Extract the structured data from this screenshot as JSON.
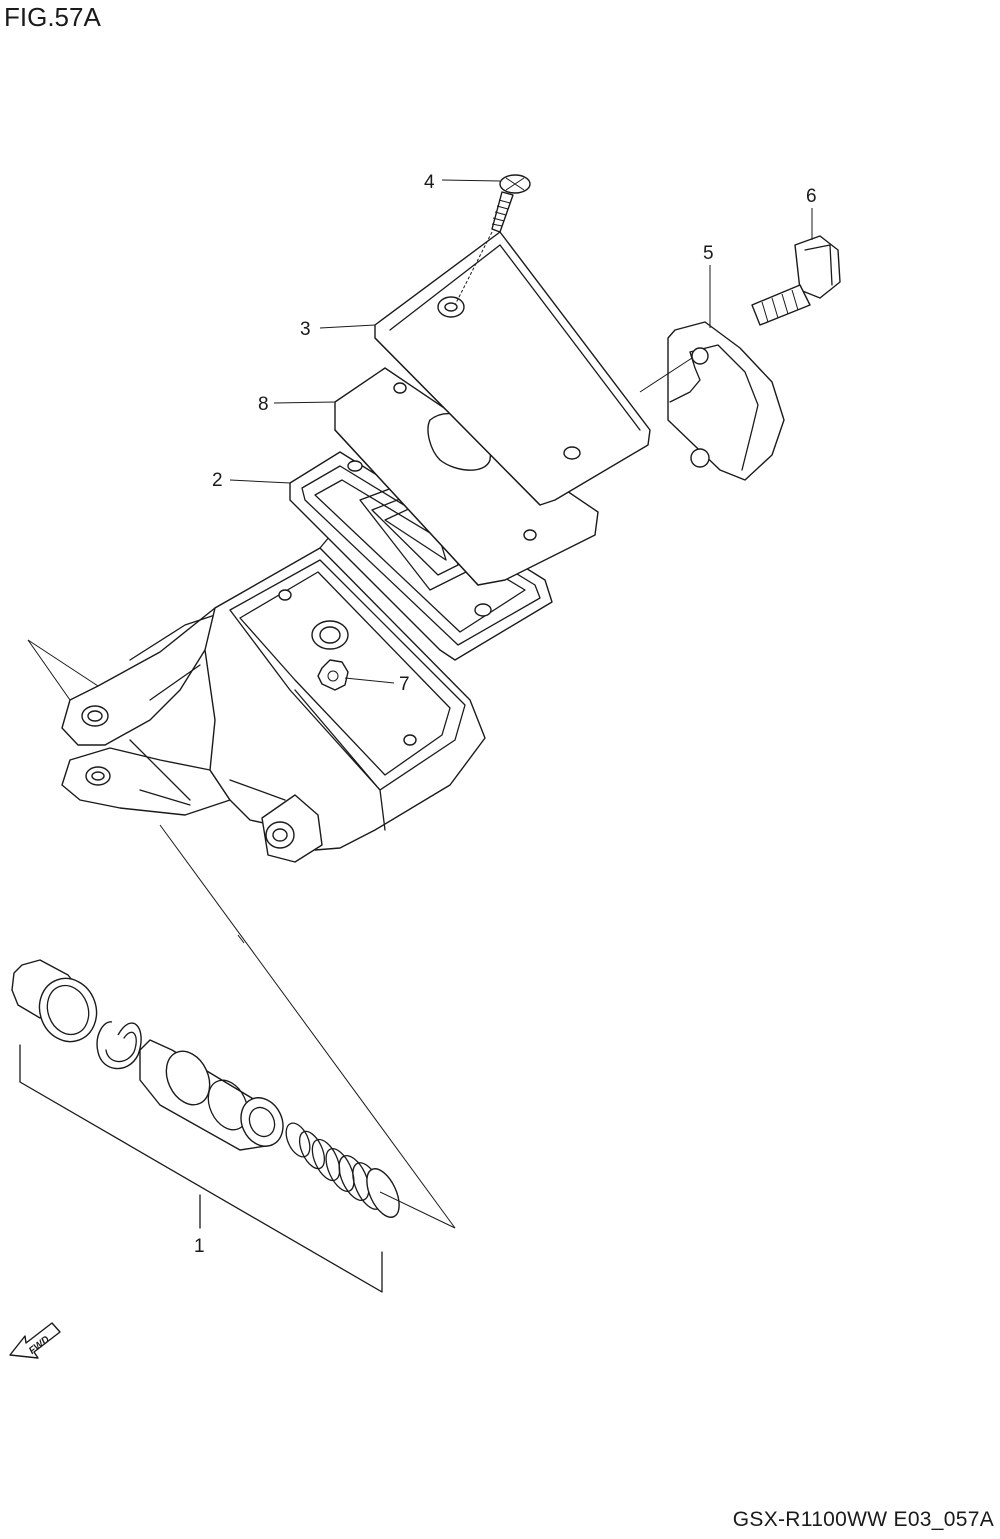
{
  "figure": {
    "title": "FIG.57A"
  },
  "footer": {
    "code": "GSX-R1100WW  E03_057A"
  },
  "callouts": [
    {
      "number": "1"
    },
    {
      "number": "2"
    },
    {
      "number": "3"
    },
    {
      "number": "4"
    },
    {
      "number": "5"
    },
    {
      "number": "6"
    },
    {
      "number": "7"
    },
    {
      "number": "8"
    }
  ],
  "direction_indicator": {
    "label": "FWD",
    "icon": "fwd-arrow-icon"
  }
}
